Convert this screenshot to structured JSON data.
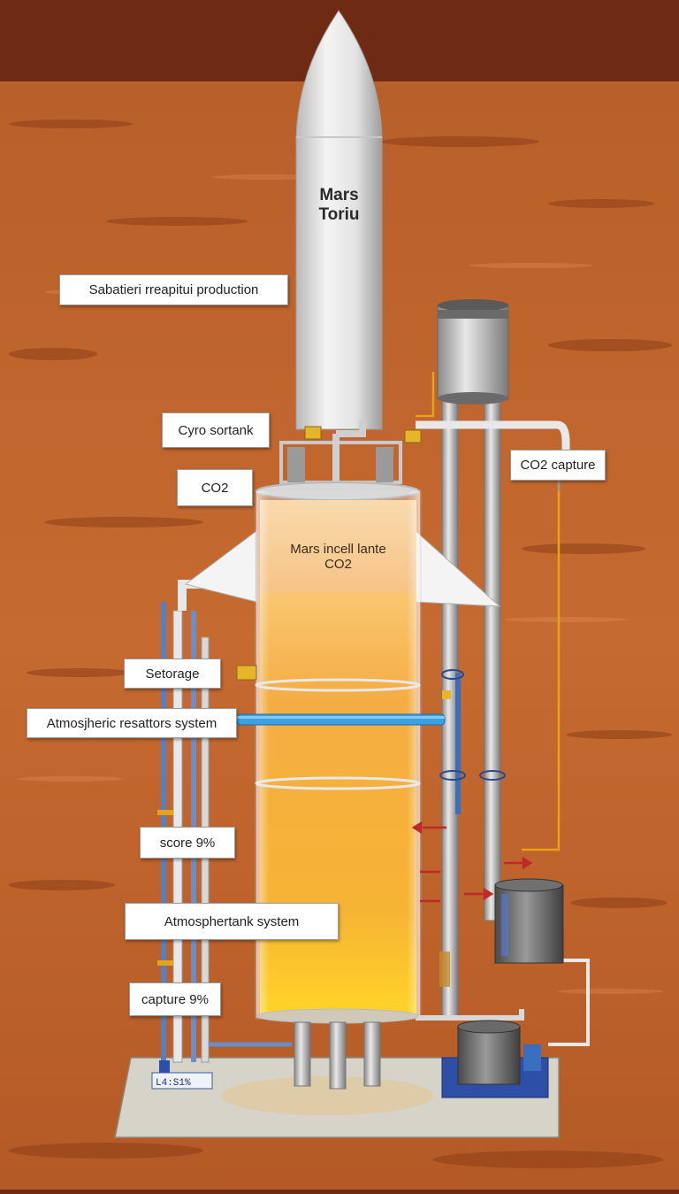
{
  "rocket": {
    "line1": "Mars",
    "line2": "Toriu"
  },
  "tank": {
    "line1": "Mars incell lante",
    "line2": "CO2"
  },
  "plate": {
    "label": "L4:S1%"
  },
  "labels": {
    "sabatier": "Sabatieri rreapitui production",
    "cyro": "Cyro sortank",
    "co2_left": "CO2",
    "co2_capture": "CO2 capture",
    "setorage": "Setorage",
    "atmospheric": "Atmosjheric  resattors system",
    "score": "score 9%",
    "atmosphertank": "Atmosphertank  system",
    "capture": "capture 9%"
  },
  "colors": {
    "mars_ground": "#c0642a",
    "mars_sky": "#6e2a12",
    "liquid": "#f5a623",
    "pipe_blue": "#3aa0e0",
    "pipe_yellow": "#e6a21a",
    "arrow_red": "#c0282a"
  }
}
